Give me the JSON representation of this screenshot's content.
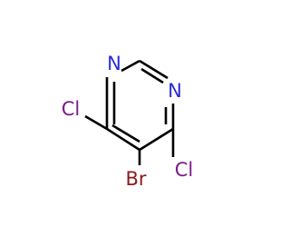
{
  "molecule": {
    "atoms": {
      "n_top": {
        "symbol": "N",
        "color": "#2b2bd8"
      },
      "n_right": {
        "symbol": "N",
        "color": "#2b2bd8"
      },
      "cl_left": {
        "symbol": "Cl",
        "color": "#7a1a88"
      },
      "br": {
        "symbol": "Br",
        "color": "#8c1a1a"
      },
      "cl_right": {
        "symbol": "Cl",
        "color": "#7a1a88"
      }
    },
    "bond_color": "#000000"
  }
}
